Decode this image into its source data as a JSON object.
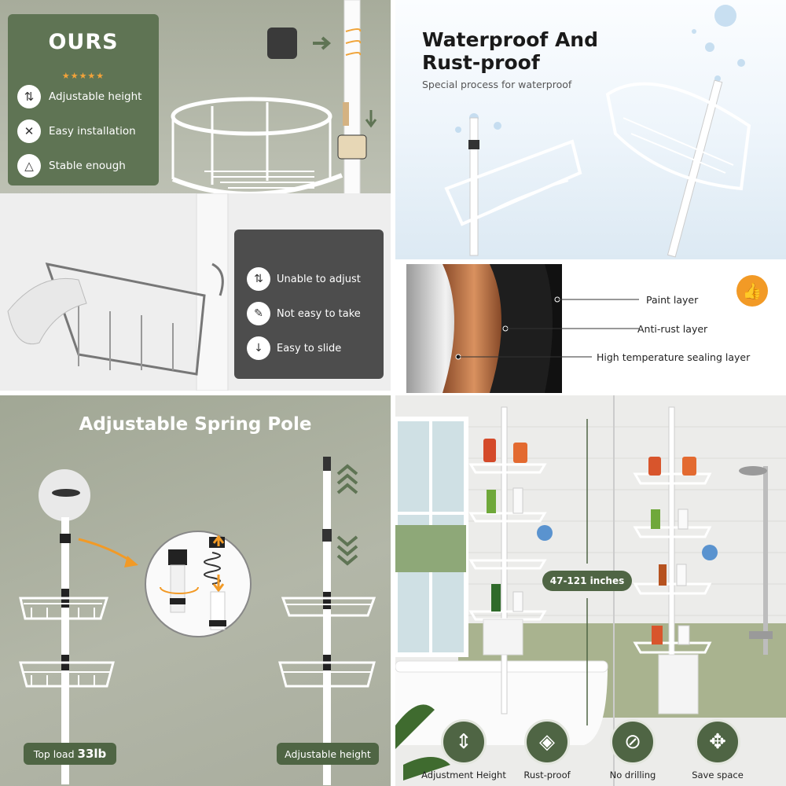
{
  "panel_ours": {
    "title": "OURS",
    "stars": "★★★★★",
    "features": [
      {
        "label": "Adjustable height",
        "icon": "height-adjust-icon"
      },
      {
        "label": "Easy installation",
        "icon": "tools-icon"
      },
      {
        "label": "Stable enough",
        "icon": "triangle-stable-icon"
      }
    ],
    "drawbacks": [
      {
        "label": "Unable to adjust",
        "icon": "height-adjust-icon"
      },
      {
        "label": "Not easy to take",
        "icon": "hand-tool-icon"
      },
      {
        "label": "Easy to slide",
        "icon": "down-arrow-icon"
      }
    ]
  },
  "panel_waterproof": {
    "title_line1": "Waterproof And",
    "title_line2": "Rust-proof",
    "subtitle": "Special process for waterproof"
  },
  "panel_layers": {
    "layers": [
      "Paint layer",
      "Anti-rust layer",
      "High temperature sealing layer"
    ],
    "icon": "thumbs-up-icon"
  },
  "panel_spring": {
    "title": "Adjustable Spring Pole",
    "load_label": "Top load",
    "load_value": "33lb",
    "adjust_label": "Adjustable height"
  },
  "panel_bathroom": {
    "range": "47-121 inches",
    "features": [
      {
        "label": "Adjustment Height",
        "icon": "ruler-icon"
      },
      {
        "label": "Rust-proof",
        "icon": "shield-drop-icon"
      },
      {
        "label": "No drilling",
        "icon": "no-drill-icon"
      },
      {
        "label": "Save space",
        "icon": "compress-icon"
      }
    ]
  },
  "colors": {
    "brand_green": "#5f7454",
    "pill_green": "#4f6544",
    "dark_card": "#4d4d4d",
    "accent_orange": "#f29a26"
  }
}
